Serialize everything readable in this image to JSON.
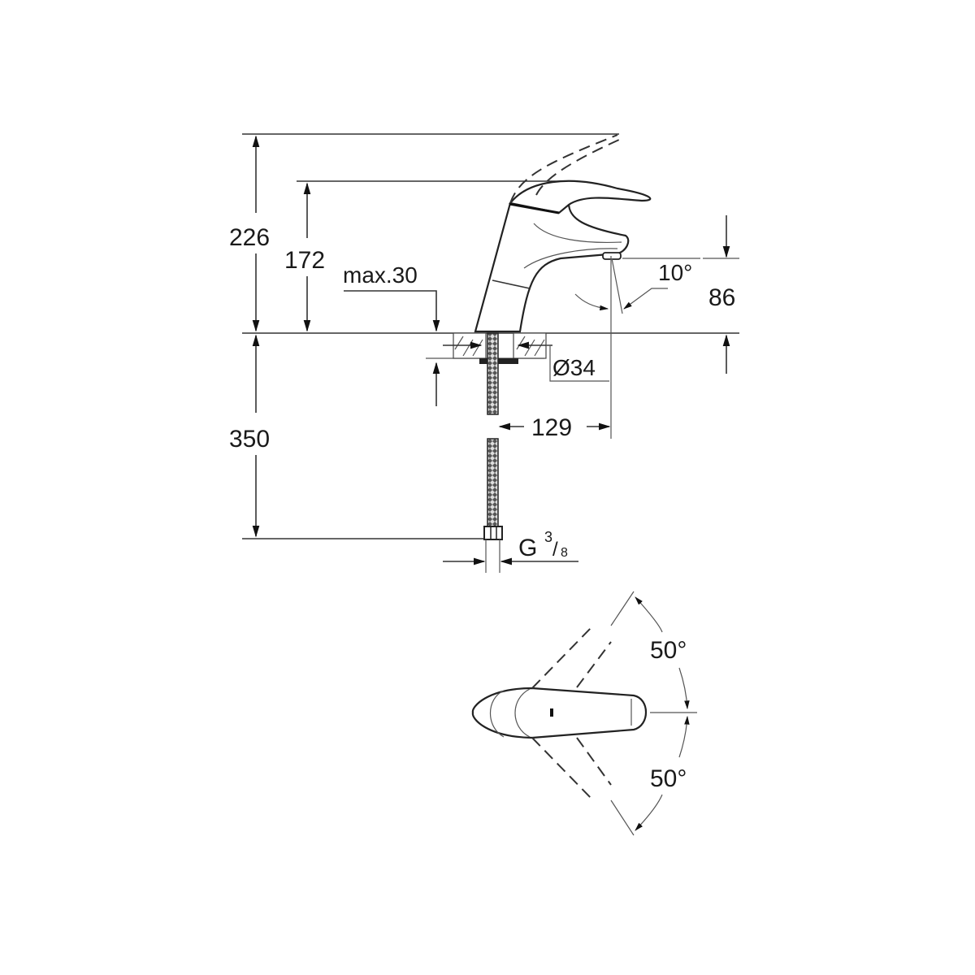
{
  "drawing": {
    "title": "Single-lever basin mixer dimension drawing",
    "side_view": {
      "dimensions": {
        "overall_height": "226",
        "spout_height": "172",
        "max_deck_thickness": "max.30",
        "outlet_height": "86",
        "spray_angle": "10°",
        "mounting_hole": "Ø34",
        "projection": "129",
        "hose_length": "350",
        "connection_thread_prefix": "G",
        "connection_thread_num": "3",
        "connection_thread_den": "8"
      }
    },
    "top_view": {
      "dimensions": {
        "rotation_left": "50°",
        "rotation_right": "50°"
      }
    }
  }
}
